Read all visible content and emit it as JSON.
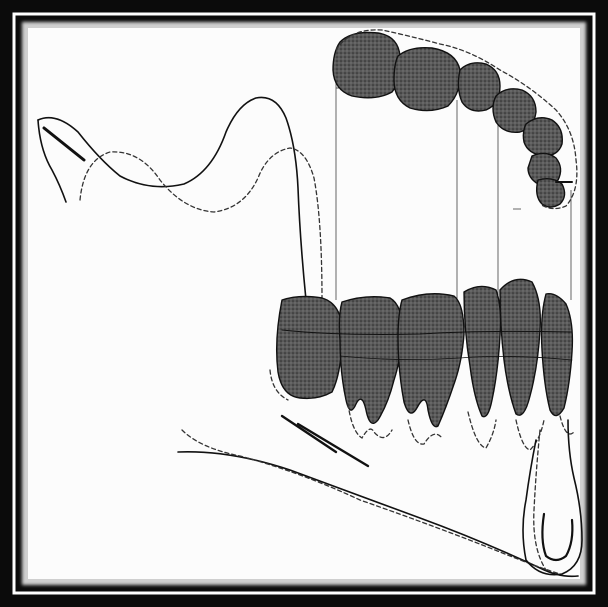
{
  "colors": {
    "frame": "#0b0b0b",
    "frame_inner": "#ffffff",
    "paper": "#fcfcfc",
    "ink": "#111111",
    "tooth_fill": "#5a5a5a"
  },
  "figure": {
    "kind": "dental-diagram",
    "subject": "mandible-lateral-and-occlusal-view",
    "arch_teeth": [
      "molar-2",
      "molar-1",
      "premolar-2",
      "premolar-1",
      "canine",
      "lateral-incisor",
      "central-incisor"
    ],
    "profile_teeth": [
      "molar-3",
      "molar-2",
      "molar-1",
      "premolar-2",
      "premolar-1",
      "canine"
    ],
    "line_styles": [
      "solid-outline",
      "dashed-superimposed-outline"
    ]
  }
}
